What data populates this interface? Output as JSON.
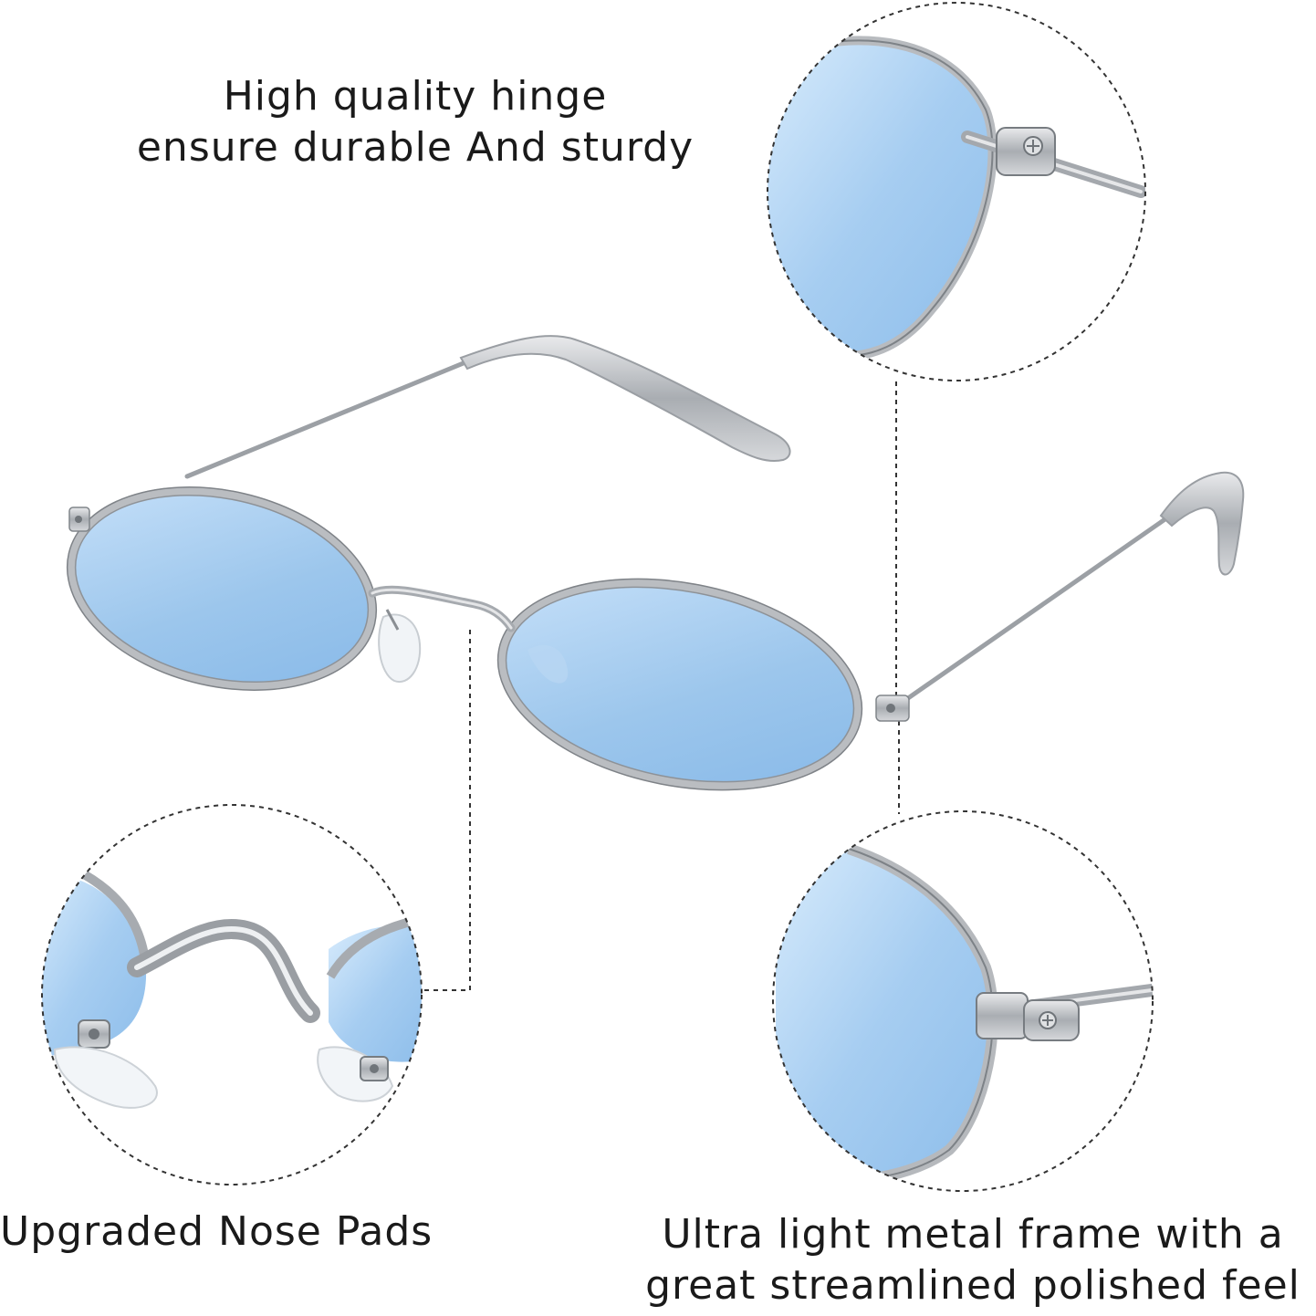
{
  "captions": {
    "hinge": {
      "line1": "High quality hinge",
      "line2": "ensure durable And sturdy"
    },
    "nose_pads": {
      "line1": "Upgraded Nose Pads"
    },
    "frame": {
      "line1": "Ultra light metal frame with a",
      "line2": "great streamlined polished feel"
    }
  },
  "colors": {
    "lens_blue": "#9cc6ec",
    "lens_light": "#cfe6fb",
    "frame_silver": "#b9bcc0",
    "frame_dark": "#7d8287",
    "callout_line": "#333333"
  }
}
